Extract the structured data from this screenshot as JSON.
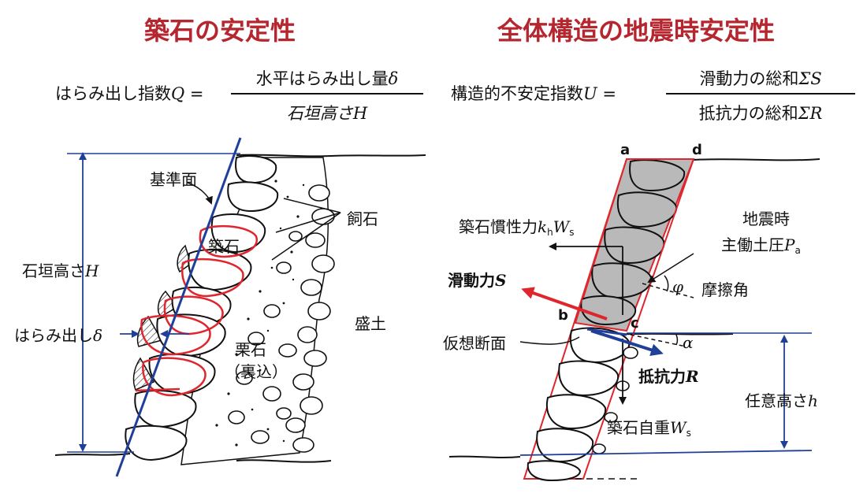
{
  "left": {
    "title": "築石の安定性",
    "formula": {
      "lhs": "はらみ出し指数",
      "var": "Q",
      "eq": "=",
      "numerator": "水平はらみ出し量",
      "num_var": "δ",
      "denominator": "石垣高さ",
      "den_var": "H"
    },
    "labels": {
      "reference_plane": "基準面",
      "kaiishi": "飼石",
      "tsukiishi": "築石",
      "wall_height": "石垣高さ",
      "wall_height_var": "H",
      "bulge": "はらみ出し",
      "bulge_var": "δ",
      "fill": "盛土",
      "kuriishi": "栗石",
      "uragome": "（裏込）"
    }
  },
  "right": {
    "title": "全体構造の地震時安定性",
    "formula": {
      "lhs": "構造的不安定指数",
      "var": "U",
      "eq": "=",
      "numerator": "滑動力の総和",
      "num_var": "ΣS",
      "denominator": "抵抗力の総和",
      "den_var": "ΣR"
    },
    "labels": {
      "point_a": "a",
      "point_b": "b",
      "point_c": "c",
      "point_d": "d",
      "inertia": "築石慣性力",
      "inertia_var": "k",
      "inertia_sub": "h",
      "inertia_var2": "W",
      "inertia_sub2": "s",
      "seismic": "地震時",
      "active_pressure": "主働土圧",
      "active_var": "P",
      "active_sub": "a",
      "phi": "φ",
      "friction_angle": "摩擦角",
      "sliding": "滑動力",
      "sliding_var": "S",
      "virtual_section": "仮想断面",
      "alpha": "α",
      "resisting": "抵抗力",
      "resisting_var": "R",
      "any_height": "任意高さ",
      "any_height_var": "h",
      "self_weight": "築石自重",
      "self_weight_var": "W",
      "self_weight_sub": "s"
    }
  },
  "colors": {
    "title": "#b5262e",
    "red": "#e0262d",
    "blue": "#1f3f99",
    "gray": "#b9b9b9"
  }
}
